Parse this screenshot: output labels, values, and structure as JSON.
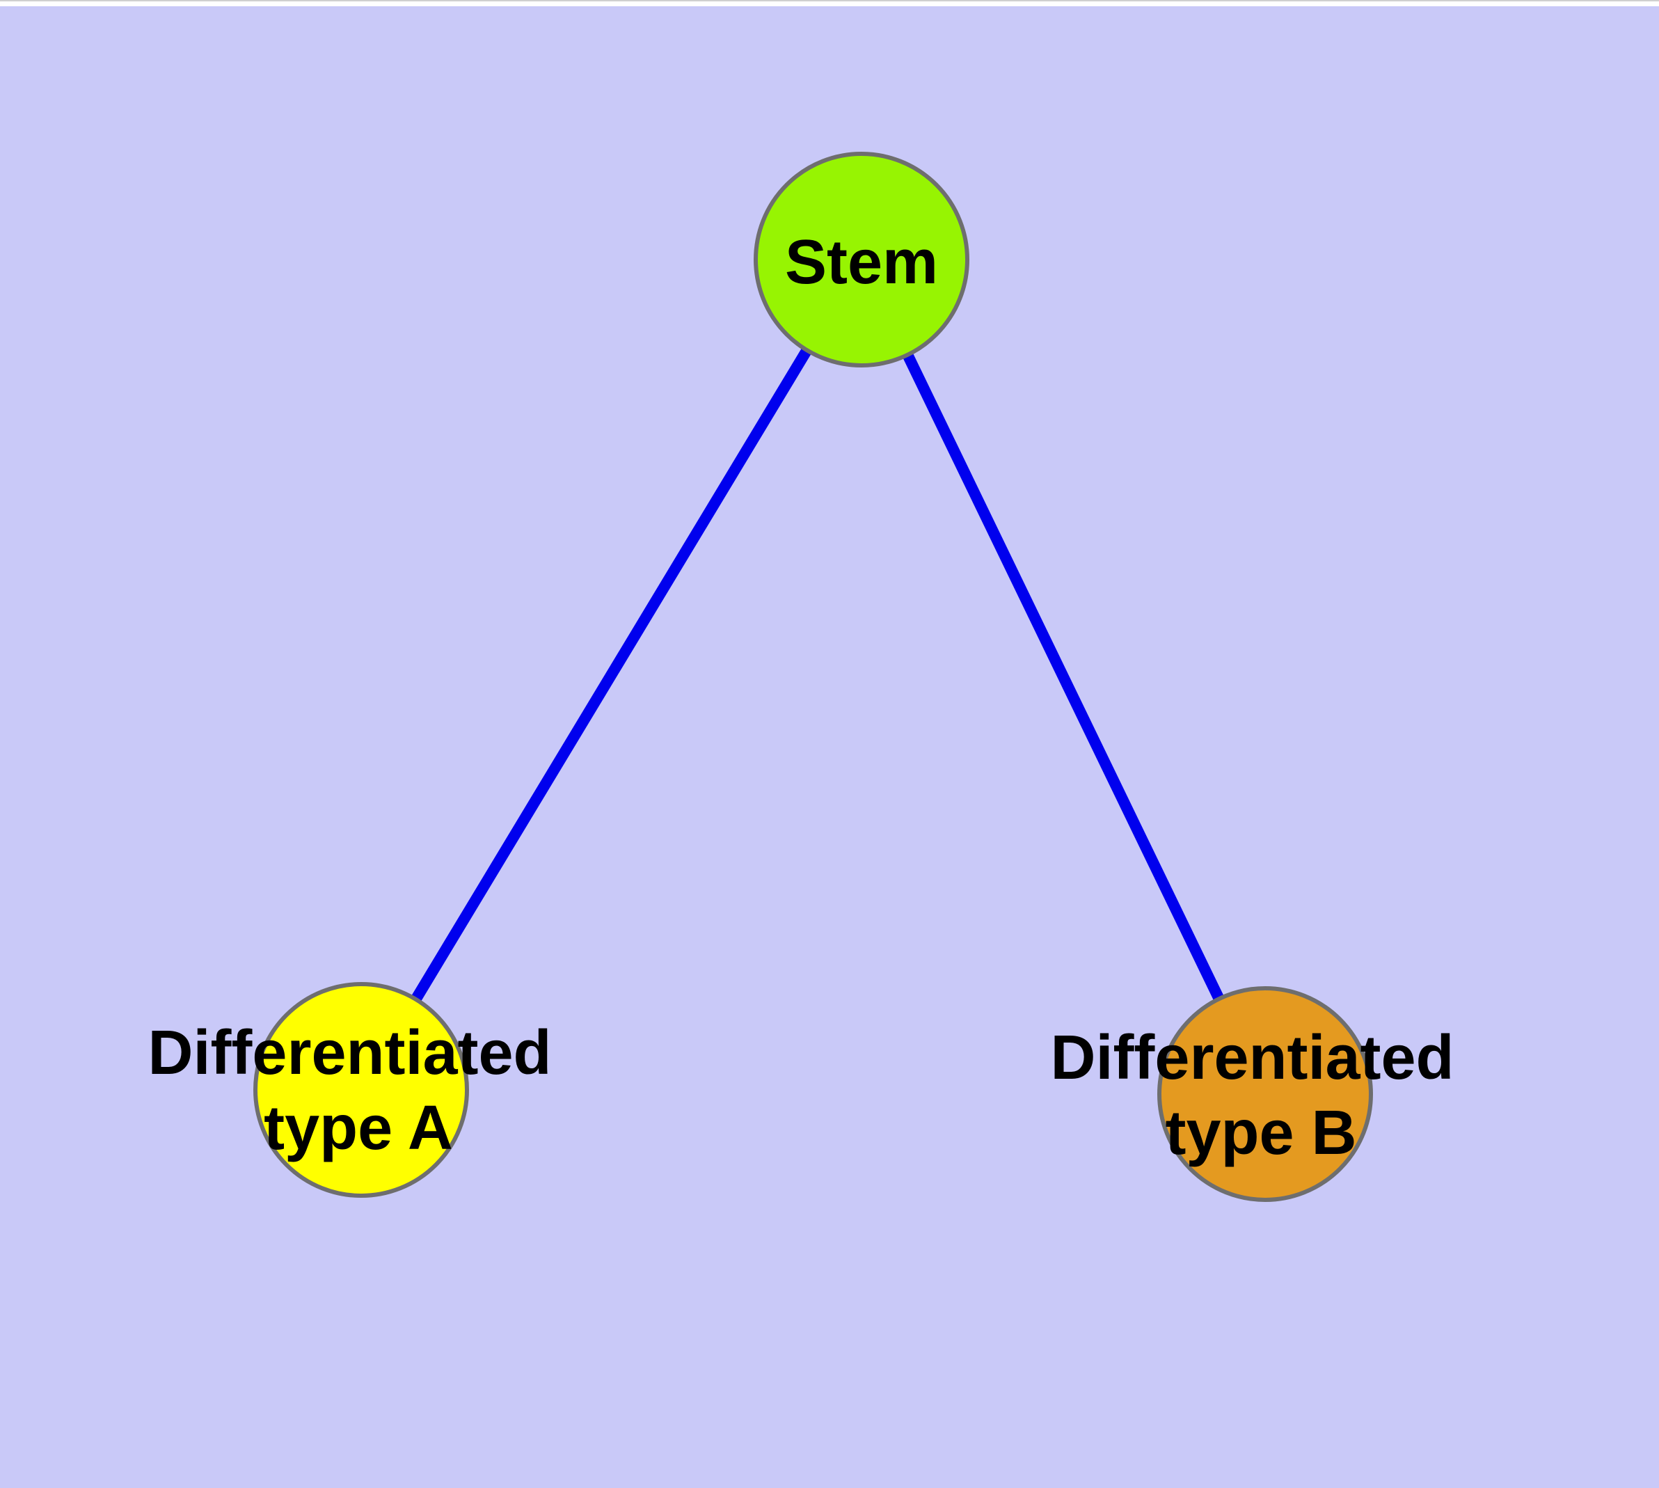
{
  "diagram": {
    "type": "graph",
    "background_color": "#c9c9f8",
    "top_strip_color": "#ffffff",
    "top_hairline_color": "#cfcfcf",
    "edge_color": "#0000ee",
    "node_border_color": "#6e6e6e",
    "label_color": "#000000",
    "nodes": [
      {
        "id": "stem",
        "label": "Stem",
        "fill": "#97f402"
      },
      {
        "id": "differentiated-type-a",
        "label": [
          "Differentiated",
          "type A"
        ],
        "fill": "#ffff00"
      },
      {
        "id": "differentiated-type-b",
        "label": [
          "Differentiated",
          "type B"
        ],
        "fill": "#e49a20"
      }
    ],
    "edges": [
      {
        "from": "Stem",
        "to": "Differentiated type A"
      },
      {
        "from": "Stem",
        "to": "Differentiated type B"
      }
    ]
  }
}
